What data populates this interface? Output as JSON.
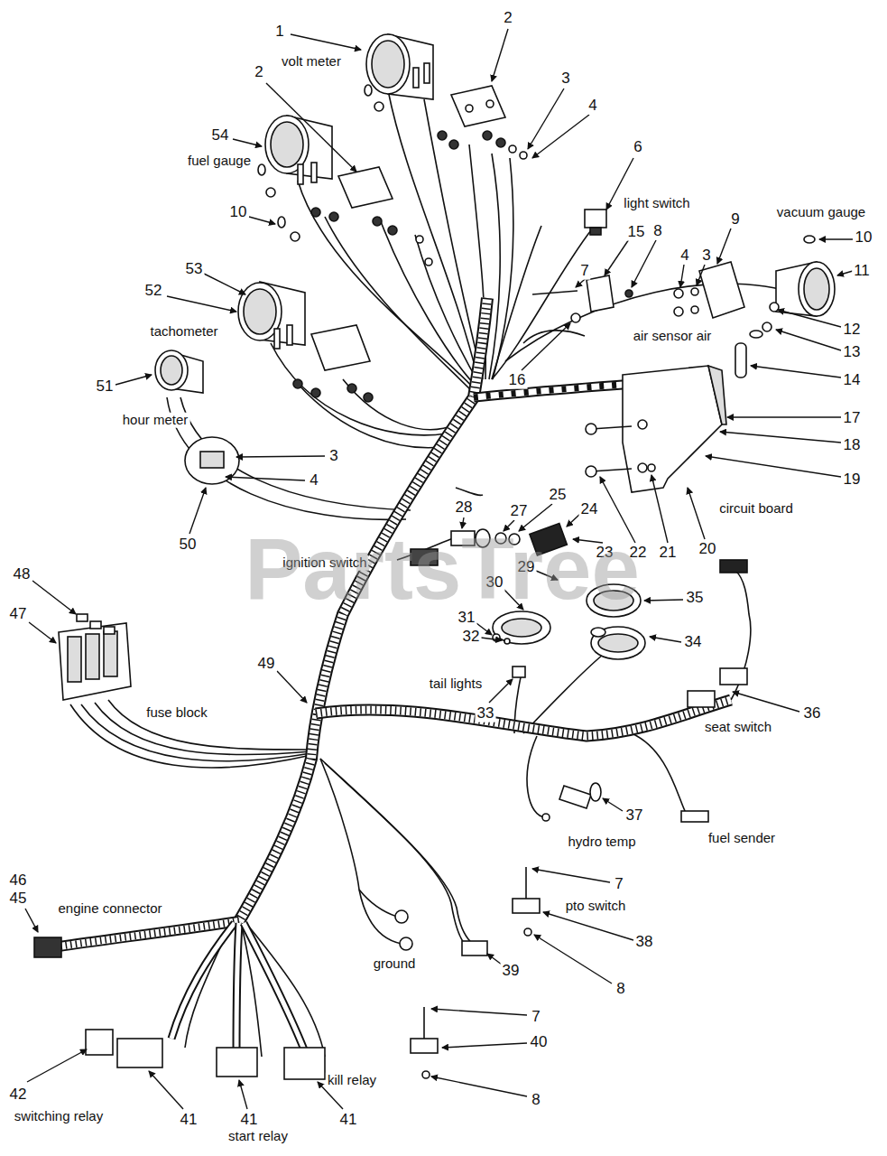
{
  "diagram": {
    "labels": [
      "1",
      "volt meter",
      "2",
      "3",
      "4",
      "2",
      "54",
      "fuel gauge",
      "10",
      "6",
      "light switch",
      "vacuum gauge",
      "9",
      "15",
      "8",
      "4",
      "3",
      "10",
      "7",
      "11",
      "53",
      "52",
      "12",
      "tachometer",
      "air sensor air",
      "13",
      "14",
      "16",
      "51",
      "hour meter",
      "17",
      "18",
      "3",
      "19",
      "4",
      "25",
      "28",
      "27",
      "24",
      "circuit board",
      "50",
      "20",
      "23",
      "22",
      "21",
      "ignition switch",
      "29",
      "48",
      "30",
      "35",
      "47",
      "31",
      "32",
      "34",
      "49",
      "tail lights",
      "fuse block",
      "33",
      "36",
      "seat switch",
      "37",
      "fuel sender",
      "hydro temp",
      "46",
      "7",
      "45",
      "pto switch",
      "engine connector",
      "38",
      "ground",
      "39",
      "8",
      "7",
      "40",
      "kill relay",
      "42",
      "8",
      "switching relay",
      "41",
      "41",
      "41",
      "start relay",
      "PartsTree"
    ]
  }
}
